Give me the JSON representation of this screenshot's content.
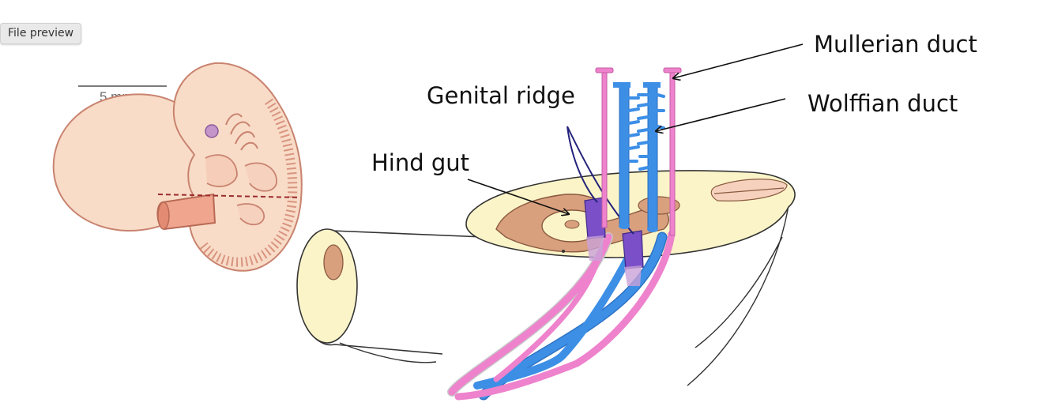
{
  "toolbar": {
    "file_preview_label": "File preview"
  },
  "embryo": {
    "scale_bar_label": "5 mm"
  },
  "labels": {
    "mullerian_duct": "Mullerian duct",
    "wolffian_duct": "Wolffian duct",
    "genital_ridge": "Genital ridge",
    "hind_gut": "Hind gut"
  },
  "colors": {
    "embryo_skin": "#f8dcc8",
    "embryo_outline": "#c9836f",
    "section_fill": "#fbf4c8",
    "mesentery": "#d9a07e",
    "mullerian_duct": "#ee82cc",
    "wolffian_duct": "#3d8fe6",
    "genital_ridge": "#7a4fc7",
    "pointer": "#111111"
  }
}
